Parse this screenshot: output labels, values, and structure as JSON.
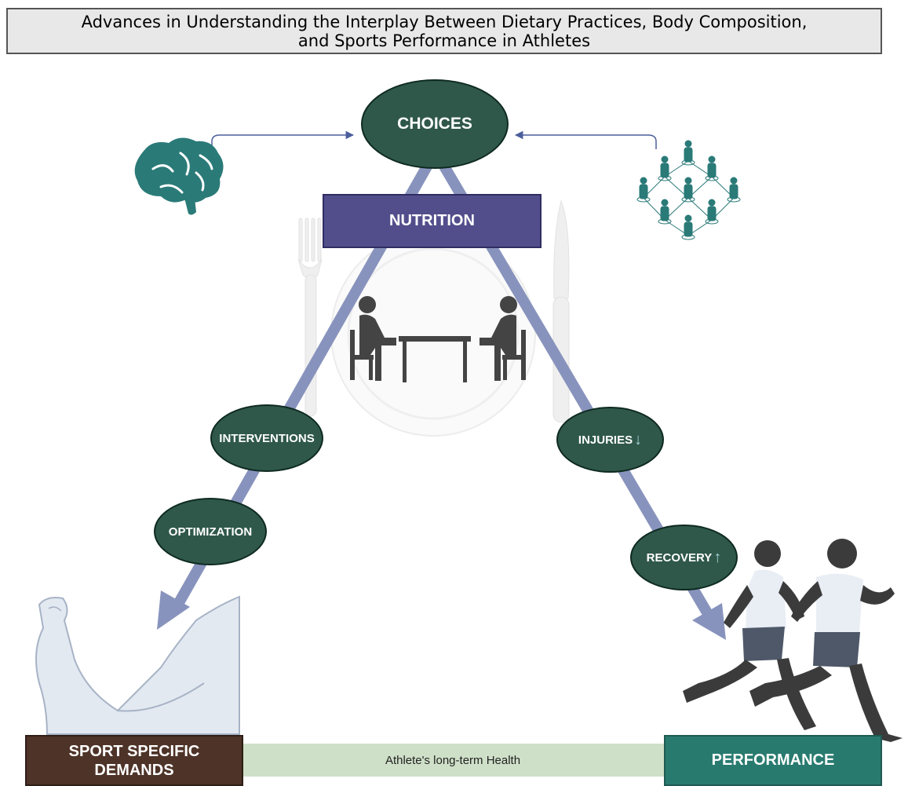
{
  "title": {
    "line1": "Advances in Understanding the Interplay Between Dietary Practices, Body Composition,",
    "line2": "and Sports Performance  in Athletes"
  },
  "nodes": {
    "choices": "CHOICES",
    "nutrition": "NUTRITION",
    "interventions": "INTERVENTIONS",
    "optimization": "OPTIMIZATION",
    "injuries": "INJURIES",
    "injuries_direction": "↓",
    "recovery": "RECOVERY",
    "recovery_direction": "↑",
    "sport_specific_demands_line1": "SPORT SPECIFIC",
    "sport_specific_demands_line2": "DEMANDS",
    "performance": "PERFORMANCE",
    "health": "Athlete's long-term Health"
  },
  "icons": [
    "brain-icon",
    "social-network-icon",
    "fork-icon",
    "knife-icon",
    "plate-icon",
    "consultation-icon",
    "flexed-arm-icon",
    "runners-icon"
  ],
  "colors": {
    "oval": "#2f584a",
    "nutrition": "#524e8c",
    "sport_demands": "#4e3328",
    "performance": "#287a6f",
    "health_bar": "#cfe0c8",
    "triangle_arrow": "#8893bd"
  }
}
